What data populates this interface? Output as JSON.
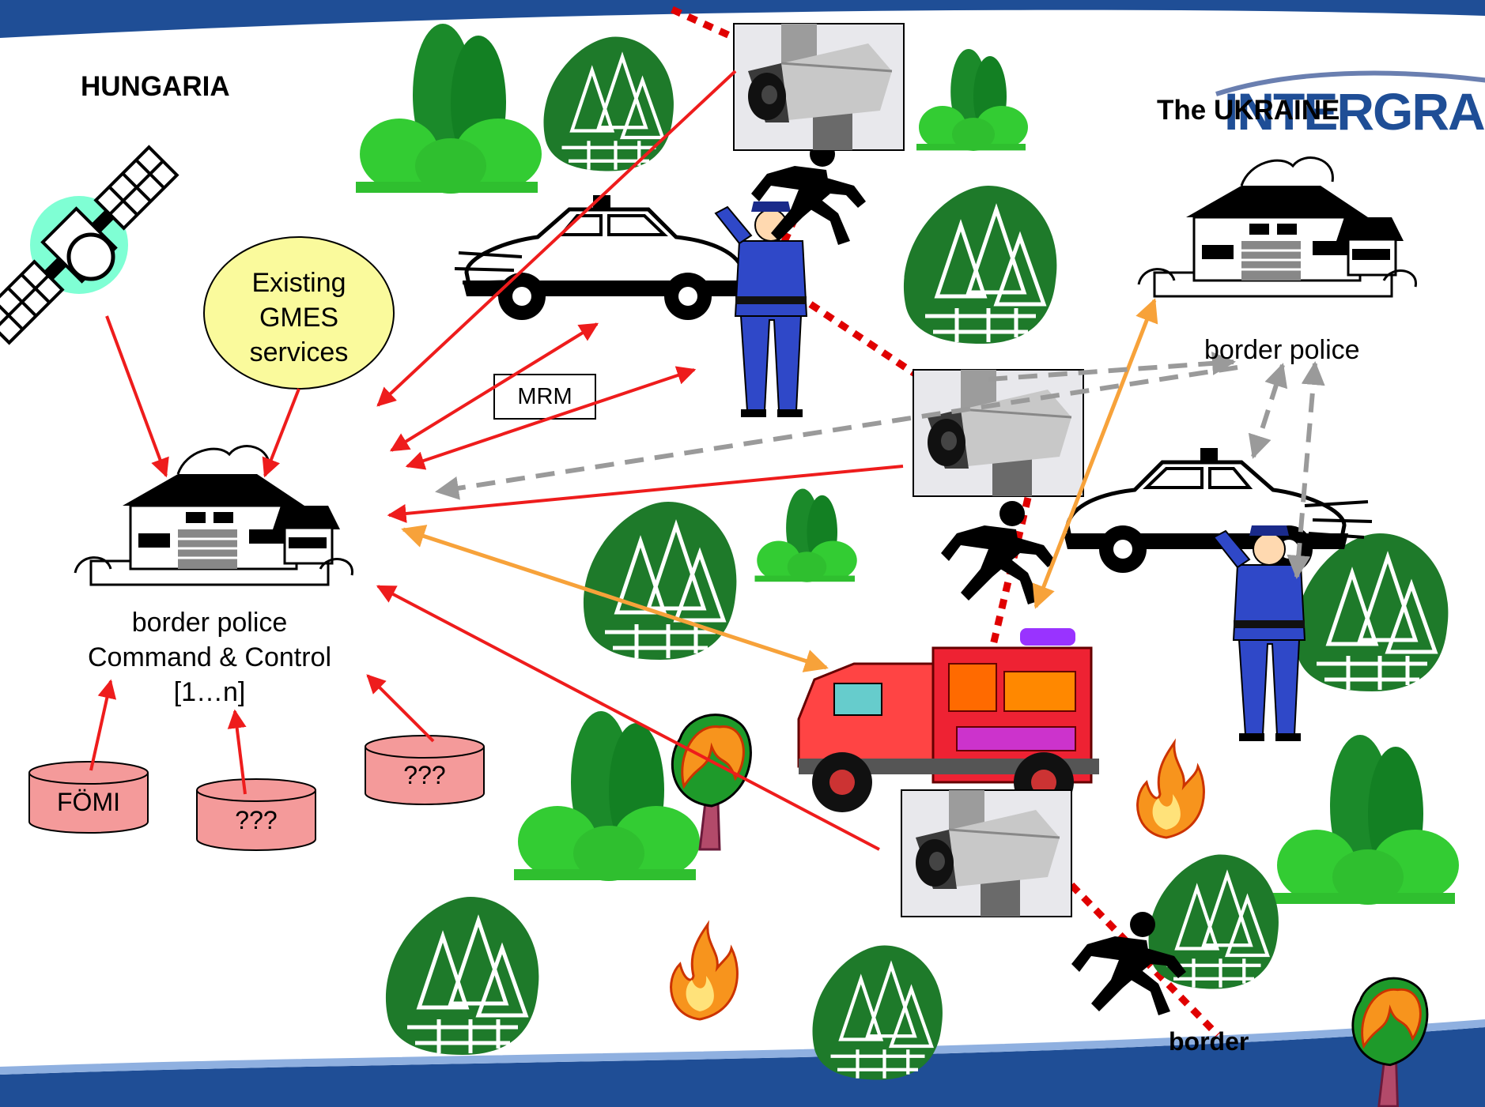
{
  "regions": {
    "left": "HUNGARIA",
    "right": "The UKRAINE"
  },
  "logo": "INTERGRAPH",
  "services_bubble": [
    "Existing",
    "GMES",
    "services"
  ],
  "mrm_label": "MRM",
  "command_center": {
    "lines": [
      "border police",
      "Command & Control",
      "[1…n]"
    ]
  },
  "ukraine_police_label": "border police",
  "border_label": "border",
  "databases": [
    {
      "label": "FÖMI"
    },
    {
      "label": "???"
    },
    {
      "label": "???"
    }
  ],
  "colors": {
    "arrow_red": "#ee1c1c",
    "arrow_orange": "#f7a23a",
    "arrow_gray": "#9a9a9a",
    "border_line": "#e00000",
    "tree_green": "#1e7a2a",
    "bubble_fill": "#fafa9c",
    "db_fill": "#f49a9a",
    "banner_blue": "#1f4e96"
  }
}
